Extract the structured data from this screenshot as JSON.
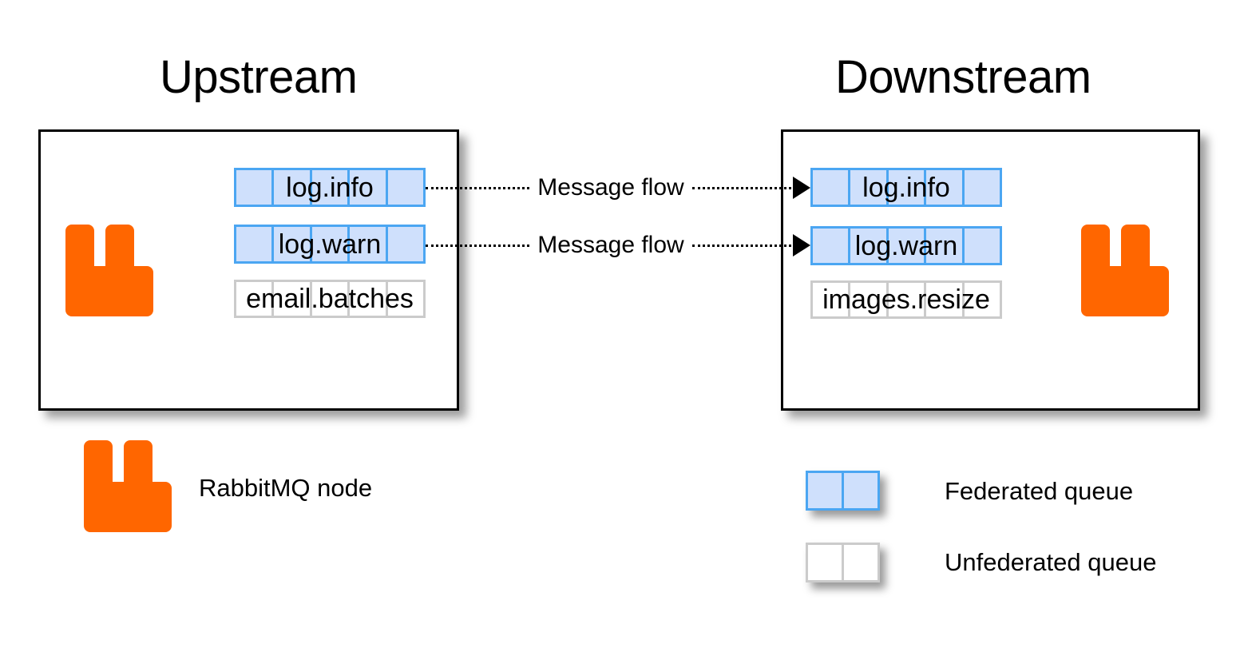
{
  "diagram": {
    "title_upstream": "Upstream",
    "title_downstream": "Downstream"
  },
  "colors": {
    "rabbit_orange": "#ff6600",
    "federated_fill": "#cfe0fc",
    "federated_border": "#4ba6f2",
    "unfederated_fill": "#ffffff",
    "unfederated_border": "#cbcbcb",
    "panel_border": "#000000",
    "text": "#000000"
  },
  "upstream": {
    "node_icon": "rabbitmq-logo-icon",
    "queues": [
      {
        "name": "log.info",
        "federated": true,
        "cells": 5
      },
      {
        "name": "log.warn",
        "federated": true,
        "cells": 5
      },
      {
        "name": "email.batches",
        "federated": false,
        "cells": 5
      }
    ]
  },
  "downstream": {
    "node_icon": "rabbitmq-logo-icon",
    "queues": [
      {
        "name": "log.info",
        "federated": true,
        "cells": 5
      },
      {
        "name": "log.warn",
        "federated": true,
        "cells": 5
      },
      {
        "name": "images.resize",
        "federated": false,
        "cells": 5
      }
    ]
  },
  "flows": [
    {
      "label": "Message flow",
      "from": "log.info",
      "to": "log.info",
      "direction": "upstream-to-downstream"
    },
    {
      "label": "Message flow",
      "from": "log.warn",
      "to": "log.warn",
      "direction": "upstream-to-downstream"
    }
  ],
  "legend": {
    "items": [
      {
        "key": "node",
        "icon": "rabbitmq-logo-icon",
        "label": "RabbitMQ node"
      },
      {
        "key": "federated",
        "icon": "federated-queue-swatch",
        "label": "Federated queue"
      },
      {
        "key": "unfederated",
        "icon": "unfederated-queue-swatch",
        "label": "Unfederated queue"
      }
    ]
  }
}
